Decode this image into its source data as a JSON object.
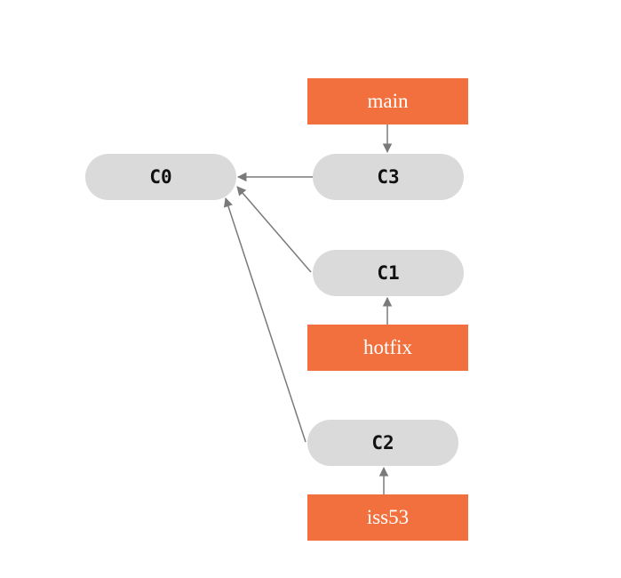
{
  "colors": {
    "commit_fill": "#dadada",
    "branch_fill": "#f2703d",
    "arrow": "#7a7a7a"
  },
  "commits": {
    "c0": "C0",
    "c1": "C1",
    "c2": "C2",
    "c3": "C3"
  },
  "branches": {
    "main": "main",
    "hotfix": "hotfix",
    "iss53": "iss53"
  },
  "edges": [
    {
      "from": "main",
      "to": "C3"
    },
    {
      "from": "C3",
      "to": "C0"
    },
    {
      "from": "C1",
      "to": "C0"
    },
    {
      "from": "C2",
      "to": "C0"
    },
    {
      "from": "hotfix",
      "to": "C1"
    },
    {
      "from": "iss53",
      "to": "C2"
    }
  ]
}
